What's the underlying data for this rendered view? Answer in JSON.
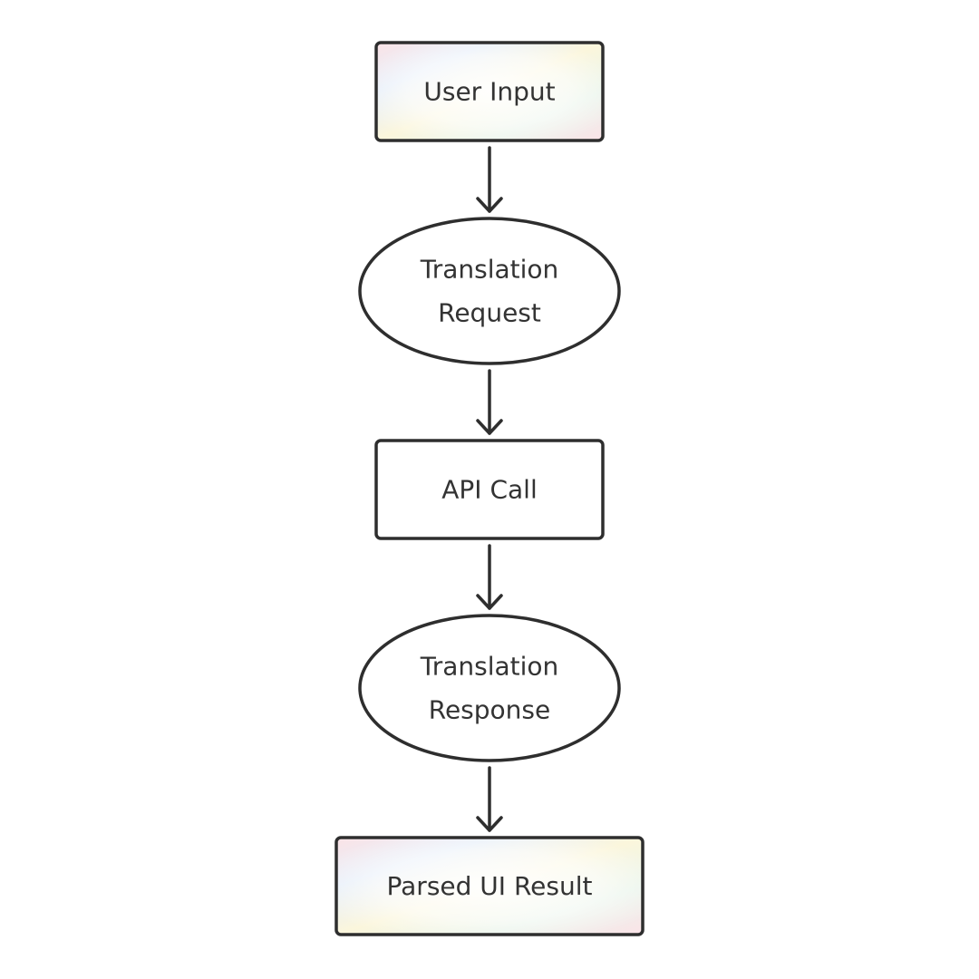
{
  "diagram": {
    "type": "flowchart",
    "direction": "top-to-bottom",
    "stroke_color": "#2e2e2e",
    "text_color": "#333333",
    "nodes": [
      {
        "id": "user-input",
        "shape": "rectangle",
        "lines": [
          "User Input"
        ],
        "gradient_fill": true
      },
      {
        "id": "translation-request",
        "shape": "ellipse",
        "lines": [
          "Translation",
          "Request"
        ],
        "gradient_fill": false
      },
      {
        "id": "api-call",
        "shape": "rectangle",
        "lines": [
          "API Call"
        ],
        "gradient_fill": false
      },
      {
        "id": "translation-response",
        "shape": "ellipse",
        "lines": [
          "Translation",
          "Response"
        ],
        "gradient_fill": false
      },
      {
        "id": "parsed-ui-result",
        "shape": "rectangle",
        "lines": [
          "Parsed UI Result"
        ],
        "gradient_fill": true
      }
    ],
    "edges": [
      {
        "from": "user-input",
        "to": "translation-request"
      },
      {
        "from": "translation-request",
        "to": "api-call"
      },
      {
        "from": "api-call",
        "to": "translation-response"
      },
      {
        "from": "translation-response",
        "to": "parsed-ui-result"
      }
    ]
  }
}
